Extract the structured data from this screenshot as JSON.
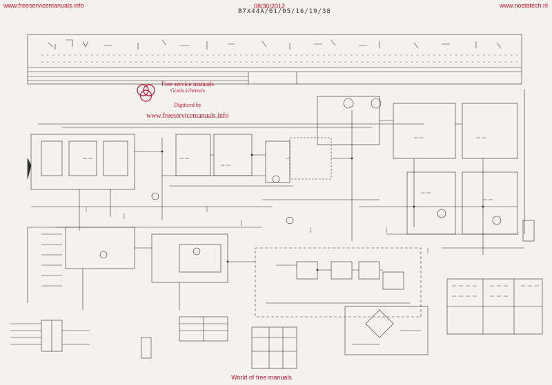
{
  "header": {
    "left_url": "www.freeservicemanuals.info",
    "date": "08/30/2012",
    "right_url": "www.nostatech.nl",
    "model_code": "B7X44A/01/05/16/19/38"
  },
  "watermark": {
    "line1": "Free service manuals",
    "line2": "Gratis schema's",
    "line3": "Digitized by",
    "url": "www.freeservicemanuals.info"
  },
  "footer": {
    "text": "World of free manuals"
  },
  "colors": {
    "accent": "#c8102e",
    "ink": "#2b2b2b",
    "paper": "#f4f2ee"
  }
}
